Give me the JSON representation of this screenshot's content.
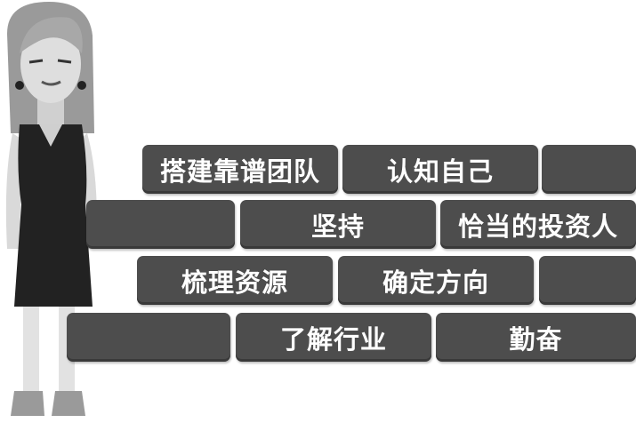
{
  "colors": {
    "brick": "#4d4d4d",
    "brick_text": "#ffffff",
    "background": "#ffffff"
  },
  "illustration": {
    "subject": "woman-figure"
  },
  "bricks": {
    "row1": {
      "b1": "搭建靠谱团队",
      "b2": "认知自己",
      "b3": ""
    },
    "row2": {
      "b1": "",
      "b2": "坚持",
      "b3": "恰当的投资人"
    },
    "row3": {
      "b1": "梳理资源",
      "b2": "确定方向",
      "b3": ""
    },
    "row4": {
      "b1": "",
      "b2": "了解行业",
      "b3": "勤奋"
    }
  }
}
